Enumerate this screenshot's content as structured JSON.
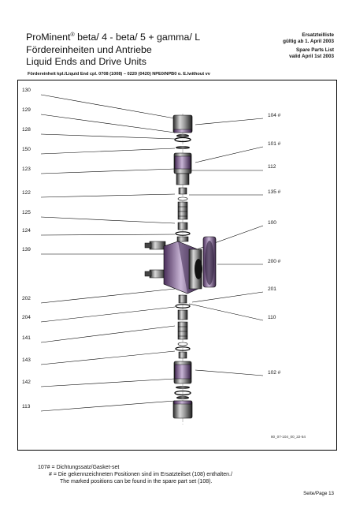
{
  "header": {
    "brand": "ProMinent",
    "brand_mark": "®",
    "title_rest": " beta/ 4 - beta/ 5 + gamma/ L",
    "title_de": "Fördereinheiten und Antriebe",
    "title_en": "Liquid Ends and Drive Units",
    "list_de": "Ersatzteilliste",
    "valid_de": "gültig ab 1. April 2003",
    "list_en": "Spare Parts List",
    "valid_en": "valid April 1st 2003"
  },
  "subtitle": "Fördereinheit kpl./Liquid End cpl. 0708 (1008) – 0220 (0420) NPE0/NPB0 o. E./without vv",
  "left_labels": [
    "130",
    "129",
    "128",
    "150",
    "123",
    "122",
    "125",
    "124",
    "139",
    "202",
    "204",
    "141",
    "143",
    "142",
    "113"
  ],
  "right_labels": [
    "104 #",
    "101 #",
    "112",
    "135 #",
    "100",
    "200 #",
    "201",
    "110",
    "102 #"
  ],
  "drawing_number": "80_07-104_00_22-54",
  "legend": {
    "line1_key": "107#",
    "line1_text": "=  Dichtungssatz/Gasket-set",
    "line2_key": "#",
    "line2_text": "=  Die gekennzeichneten Positionen sind im Ersatzteilset (108) enthalten./",
    "line3_text": "The marked positions can be found in the spare part set (108)."
  },
  "page_number": "Seite/Page 13"
}
